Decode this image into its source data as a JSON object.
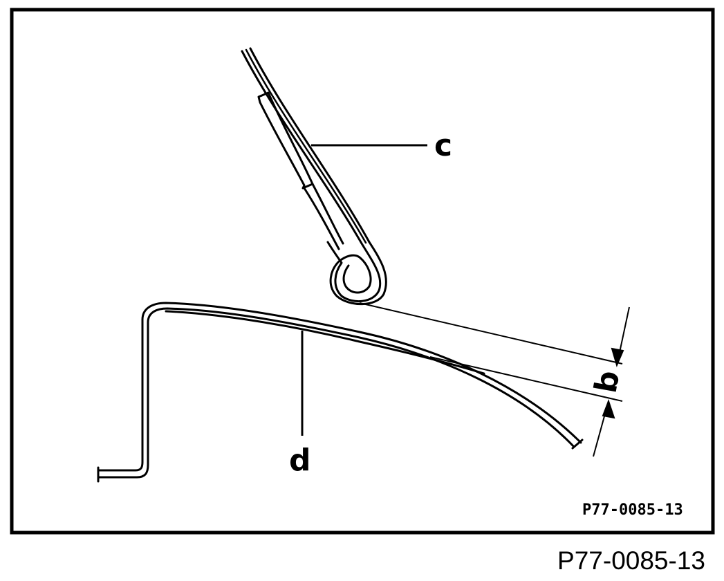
{
  "labels": {
    "c": "c",
    "d": "d",
    "b": "b"
  },
  "figure_code": "P77-0085-13",
  "caption": "P77-0085-13",
  "colors": {
    "ink": "#000000",
    "paper": "#ffffff"
  }
}
